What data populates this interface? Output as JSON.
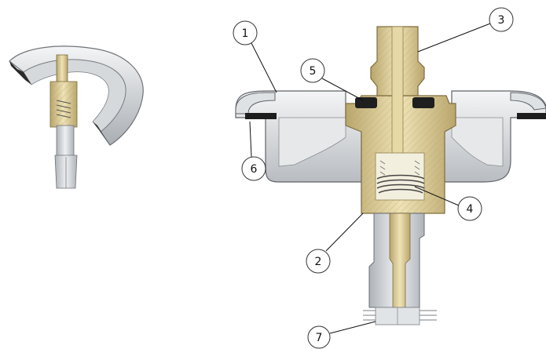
{
  "colors": {
    "brass_light": "#e9dcae",
    "brass_mid": "#cdbb83",
    "brass_dark": "#9c8b57",
    "steel_light": "#eceef0",
    "steel_mid": "#c4c8cc",
    "steel_dark": "#8c9196",
    "seal_black": "#1f1f1f",
    "outline": "#555555"
  },
  "callouts": [
    {
      "id": "1",
      "label": "1"
    },
    {
      "id": "2",
      "label": "2"
    },
    {
      "id": "3",
      "label": "3"
    },
    {
      "id": "4",
      "label": "4"
    },
    {
      "id": "5",
      "label": "5"
    },
    {
      "id": "6",
      "label": "6"
    },
    {
      "id": "7",
      "label": "7"
    }
  ]
}
